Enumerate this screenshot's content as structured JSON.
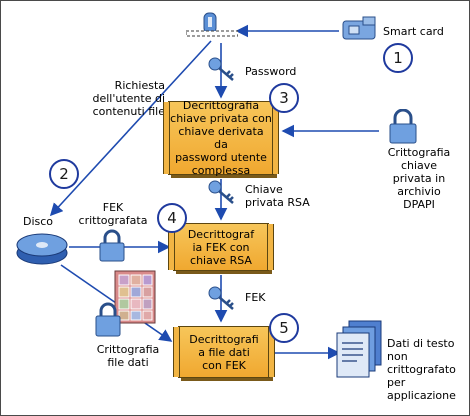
{
  "colors": {
    "arrow": "#1e4bb0",
    "box_fill": "#f5b942",
    "number_circle": "#1f3a9e"
  },
  "labels": {
    "smart_card": "Smart card",
    "password": "Password",
    "user_request": "Richiesta\ndell'utente di\ncontenuti file",
    "disk": "Disco",
    "fek_encrypted": "FEK\ncrittografata",
    "dpapi": "Crittografia chiave\nprivata in archivio\nDPAPI",
    "rsa_private_key": "Chiave\nprivata RSA",
    "fek": "FEK",
    "encrypted_data_file": "Crittografia\nfile dati",
    "plaintext_output": "Dati di testo\nnon\ncrittografato\nper\napplicazione"
  },
  "boxes": {
    "decrypt_private_key": "Decrittografia\nchiave privata con\nchiave derivata da\npassword utente\ncomplessa",
    "decrypt_fek": "Decrittograf\nia FEK con\nchiave RSA",
    "decrypt_data": "Decrittografi\na file dati\ncon FEK"
  },
  "steps": [
    "1",
    "2",
    "3",
    "4",
    "5"
  ],
  "icons": [
    "smart-card-reader-icon",
    "smart-card-icon",
    "key-icon",
    "lock-icon",
    "disk-icon",
    "encrypted-file-icon",
    "document-icon"
  ]
}
